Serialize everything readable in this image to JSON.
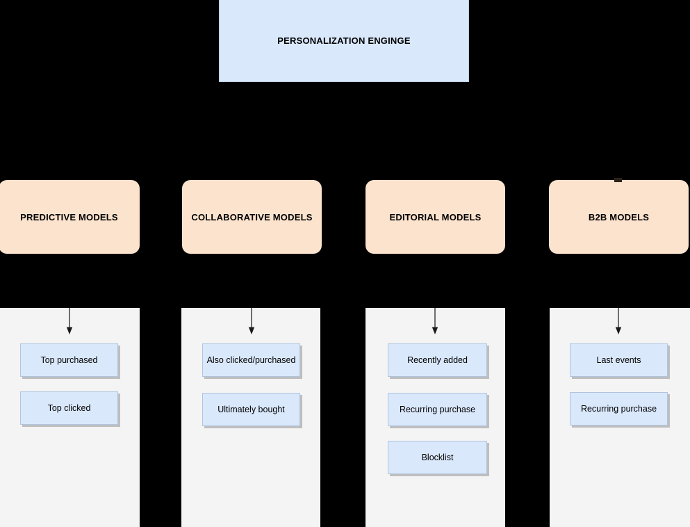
{
  "diagram": {
    "title_box": {
      "label": "PERSONALIZATION ENGINGE",
      "fill_color": "#dae8fc",
      "border_color": "#b8cce4"
    },
    "background_color": "#000000",
    "panel_color": "#f4f4f5",
    "model_fill_color": "#fce3cd",
    "item_fill_color": "#dae8fc",
    "arrow_color": "#4d4d4d",
    "columns": [
      {
        "model_label": "PREDICTIVE MODELS",
        "items": [
          {
            "label": "Top purchased"
          },
          {
            "label": "Top clicked"
          }
        ]
      },
      {
        "model_label": "COLLABORATIVE MODELS",
        "items": [
          {
            "label": "Also clicked/purchased"
          },
          {
            "label": "Ultimately bought"
          }
        ]
      },
      {
        "model_label": "EDITORIAL MODELS",
        "items": [
          {
            "label": "Recently added"
          },
          {
            "label": "Recurring purchase"
          },
          {
            "label": "Blocklist"
          }
        ]
      },
      {
        "model_label": "B2B MODELS",
        "items": [
          {
            "label": "Last events"
          },
          {
            "label": "Recurring purchase"
          }
        ]
      }
    ]
  }
}
